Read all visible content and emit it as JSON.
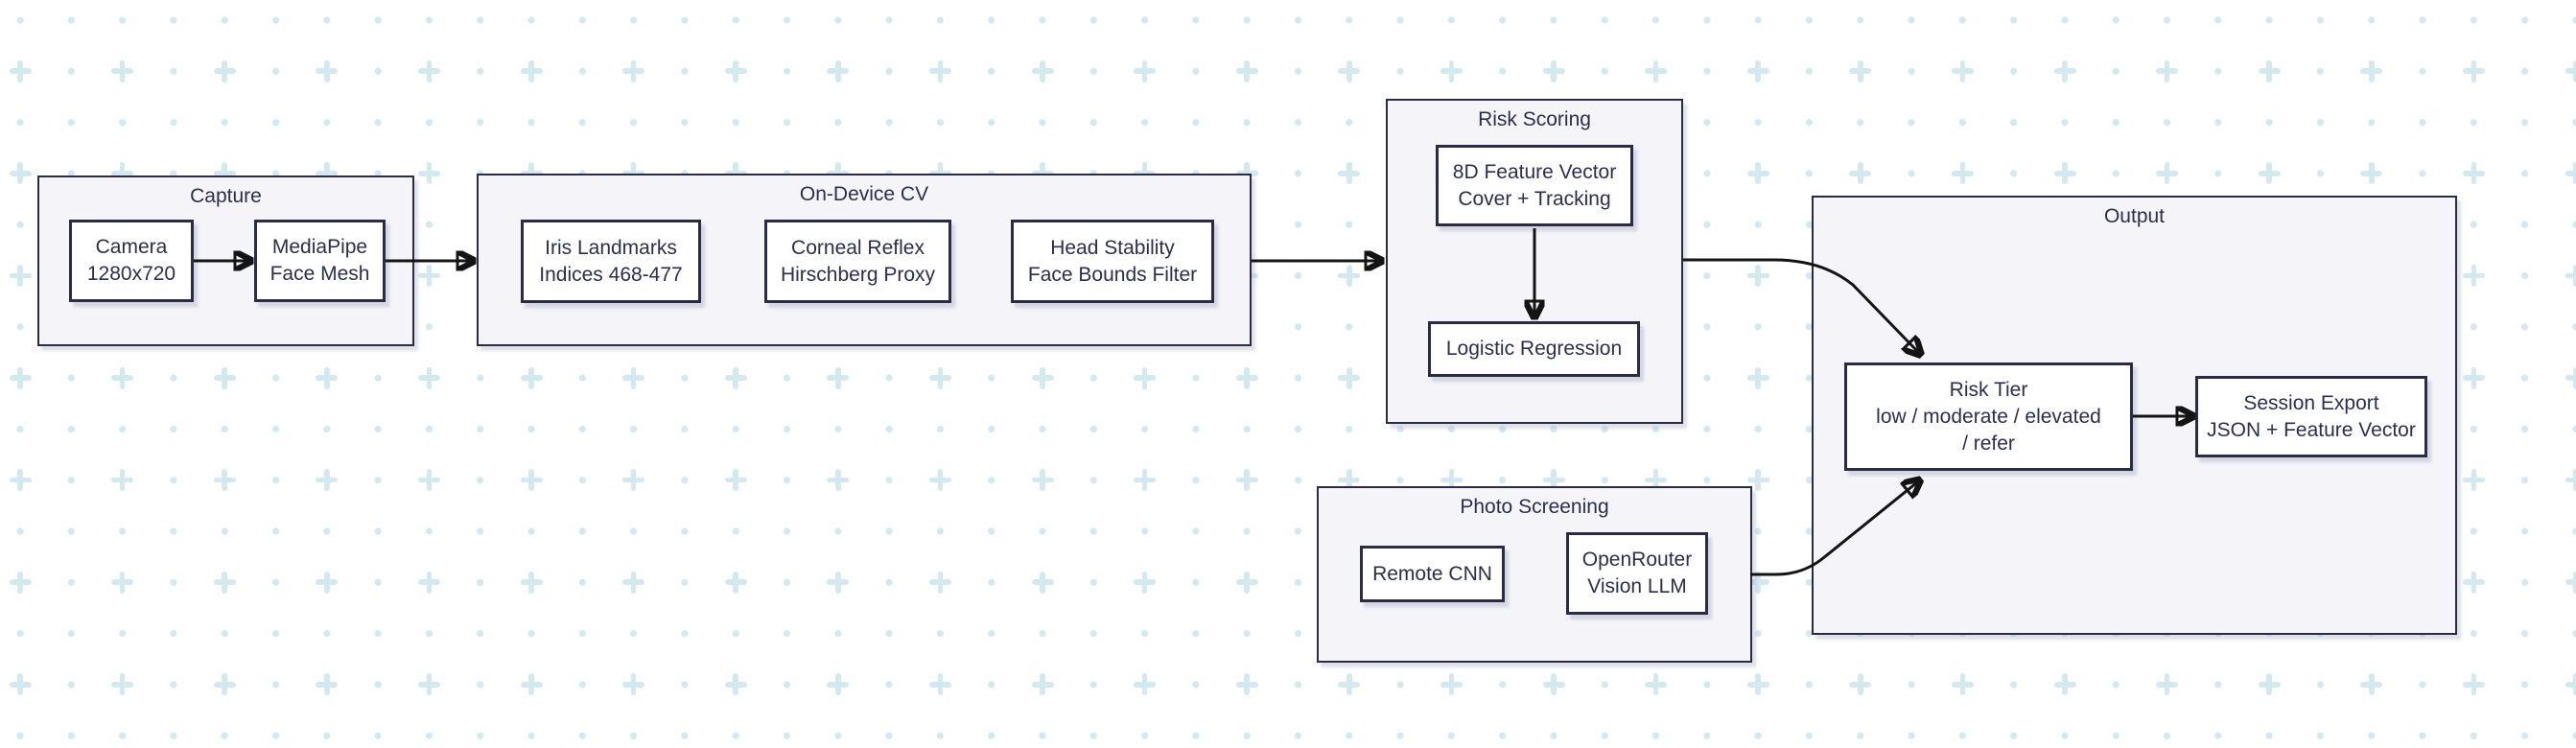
{
  "diagram": {
    "groups": {
      "capture": {
        "title": "Capture"
      },
      "on_device_cv": {
        "title": "On-Device CV"
      },
      "risk_scoring": {
        "title": "Risk Scoring"
      },
      "photo_screening": {
        "title": "Photo Screening"
      },
      "output": {
        "title": "Output"
      }
    },
    "nodes": {
      "camera": {
        "lines": [
          "Camera",
          "1280x720"
        ]
      },
      "mediapipe": {
        "lines": [
          "MediaPipe",
          "Face Mesh"
        ]
      },
      "iris_landmarks": {
        "lines": [
          "Iris Landmarks",
          "Indices 468-477"
        ]
      },
      "corneal_reflex": {
        "lines": [
          "Corneal Reflex",
          "Hirschberg Proxy"
        ]
      },
      "head_stability": {
        "lines": [
          "Head Stability",
          "Face Bounds Filter"
        ]
      },
      "feature_vector": {
        "lines": [
          "8D Feature Vector",
          "Cover + Tracking"
        ]
      },
      "logistic_regression": {
        "lines": [
          "Logistic Regression"
        ]
      },
      "remote_cnn": {
        "lines": [
          "Remote CNN"
        ]
      },
      "openrouter_vision": {
        "lines": [
          "OpenRouter",
          "Vision LLM"
        ]
      },
      "risk_tier": {
        "lines": [
          "Risk Tier",
          "low / moderate / elevated",
          "/ refer"
        ]
      },
      "session_export": {
        "lines": [
          "Session Export",
          "JSON + Feature Vector"
        ]
      }
    },
    "edges": [
      {
        "from": "camera",
        "to": "mediapipe"
      },
      {
        "from": "mediapipe",
        "to": "on_device_cv"
      },
      {
        "from": "on_device_cv",
        "to": "risk_scoring"
      },
      {
        "from": "feature_vector",
        "to": "logistic_regression"
      },
      {
        "from": "risk_scoring",
        "to": "risk_tier"
      },
      {
        "from": "photo_screening",
        "to": "risk_tier"
      },
      {
        "from": "risk_tier",
        "to": "session_export"
      }
    ],
    "colors": {
      "canvas_background": "#ffffff",
      "pattern": "#d4e8f0",
      "group_fill": "#f4f4f9",
      "group_border": "#2b2b45",
      "node_fill": "#ffffff",
      "node_border": "#2b2b45",
      "text": "#2d2d4e",
      "edge": "#141414"
    }
  }
}
